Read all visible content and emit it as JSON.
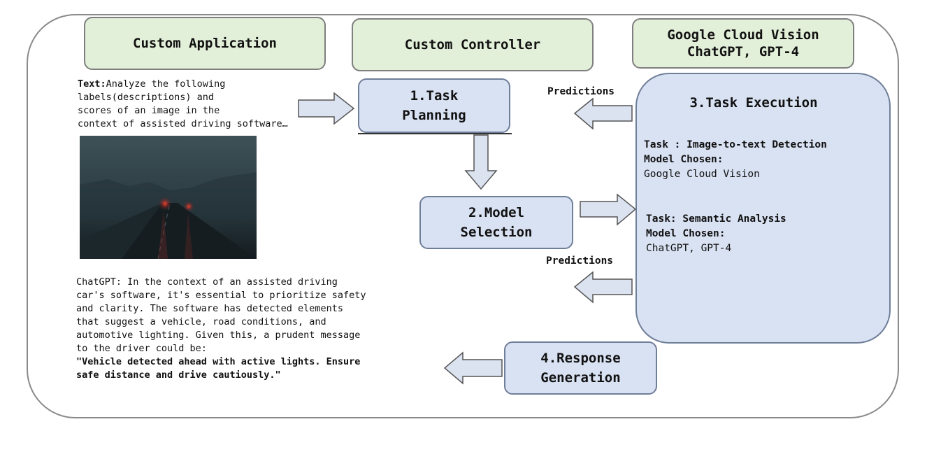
{
  "headers": {
    "app": "Custom Application",
    "controller": "Custom Controller",
    "models_line1": "Google Cloud Vision",
    "models_line2": "ChatGPT, GPT-4"
  },
  "input": {
    "prefix": "Text:",
    "lines": [
      "Analyze the following",
      "labels(descriptions) and",
      "scores of an image in the",
      "context of assisted driving software…"
    ]
  },
  "steps": {
    "planning_line1": "1.Task",
    "planning_line2": "Planning",
    "selection_line1": "2.Model",
    "selection_line2": "Selection",
    "execution": "3.Task Execution",
    "response_line1": "4.Response",
    "response_line2": "Generation"
  },
  "predictions_top": "Predictions",
  "predictions_bottom": "Predictions",
  "execution_tasks": [
    {
      "task": "Task : Image-to-text Detection",
      "model_label": "Model Chosen:",
      "model": "Google Cloud Vision"
    },
    {
      "task": "Task: Semantic Analysis",
      "model_label": "Model Chosen:",
      "model": "ChatGPT, GPT-4"
    }
  ],
  "output": {
    "lines": [
      "ChatGPT: In the context of an assisted driving",
      "car's software, it's essential to prioritize safety",
      "and clarity. The software has detected elements",
      "that suggest a vehicle, road conditions, and",
      "automotive lighting. Given this, a prudent message",
      "to the driver could be:"
    ],
    "quote_lines": [
      "\"Vehicle detected ahead with active lights. Ensure",
      "safe distance and drive cautiously.\""
    ]
  },
  "colors": {
    "header_green": "#e2efd9",
    "step_blue": "#d9e2f3",
    "border": "#7f7f7f"
  },
  "icons": {
    "arrow": "block-arrow",
    "image": "foggy-road-photo"
  }
}
